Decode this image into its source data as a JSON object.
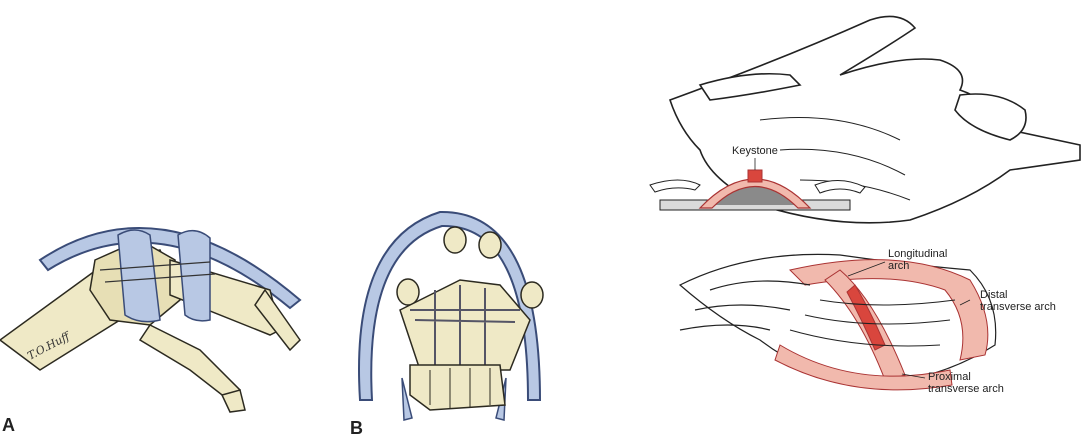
{
  "panels": [
    {
      "letter": "A",
      "signature": "T.O.Huff"
    },
    {
      "letter": "B"
    }
  ],
  "arch_diagram": {
    "keystone_label": "Keystone",
    "labels": {
      "longitudinal": [
        "Longitudinal",
        "arch"
      ],
      "distal": [
        "Distal",
        "transverse arch"
      ],
      "proximal": [
        "Proximal",
        "transverse arch"
      ]
    }
  },
  "colors": {
    "splint_blue": "#b8c8e4",
    "splint_outline": "#3a4c78",
    "bone": "#efe9c6",
    "bone_outline": "#2c2a20",
    "arch_fill_light": "#f1b9ad",
    "arch_fill_dark": "#d9463d"
  }
}
